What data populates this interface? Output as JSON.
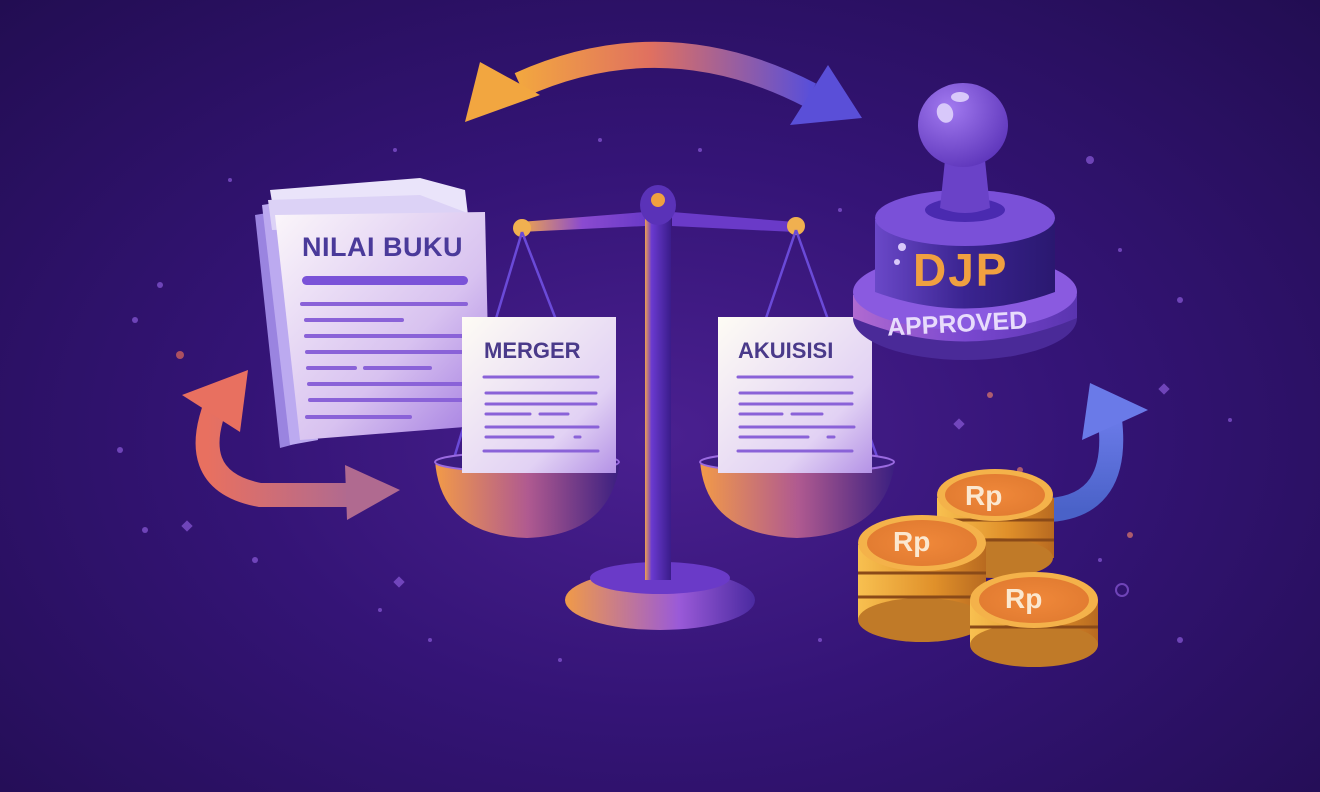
{
  "illustration": {
    "documents": {
      "book_value": {
        "title": "NILAI BUKU"
      },
      "merger": {
        "title": "MERGER"
      },
      "acquisition": {
        "title": "AKUISISI"
      }
    },
    "stamp": {
      "top_text": "DJP",
      "bottom_text": "APPROVED"
    },
    "coins": [
      {
        "symbol": "Rp"
      },
      {
        "symbol": "Rp"
      },
      {
        "symbol": "Rp"
      }
    ],
    "colors": {
      "background": "#2a1160",
      "accent_orange": "#f0a040",
      "accent_purple": "#7b4fd8",
      "accent_blue": "#5a6ae0",
      "document_text": "#4a3a9a",
      "stamp_text": "#f0a040"
    }
  }
}
